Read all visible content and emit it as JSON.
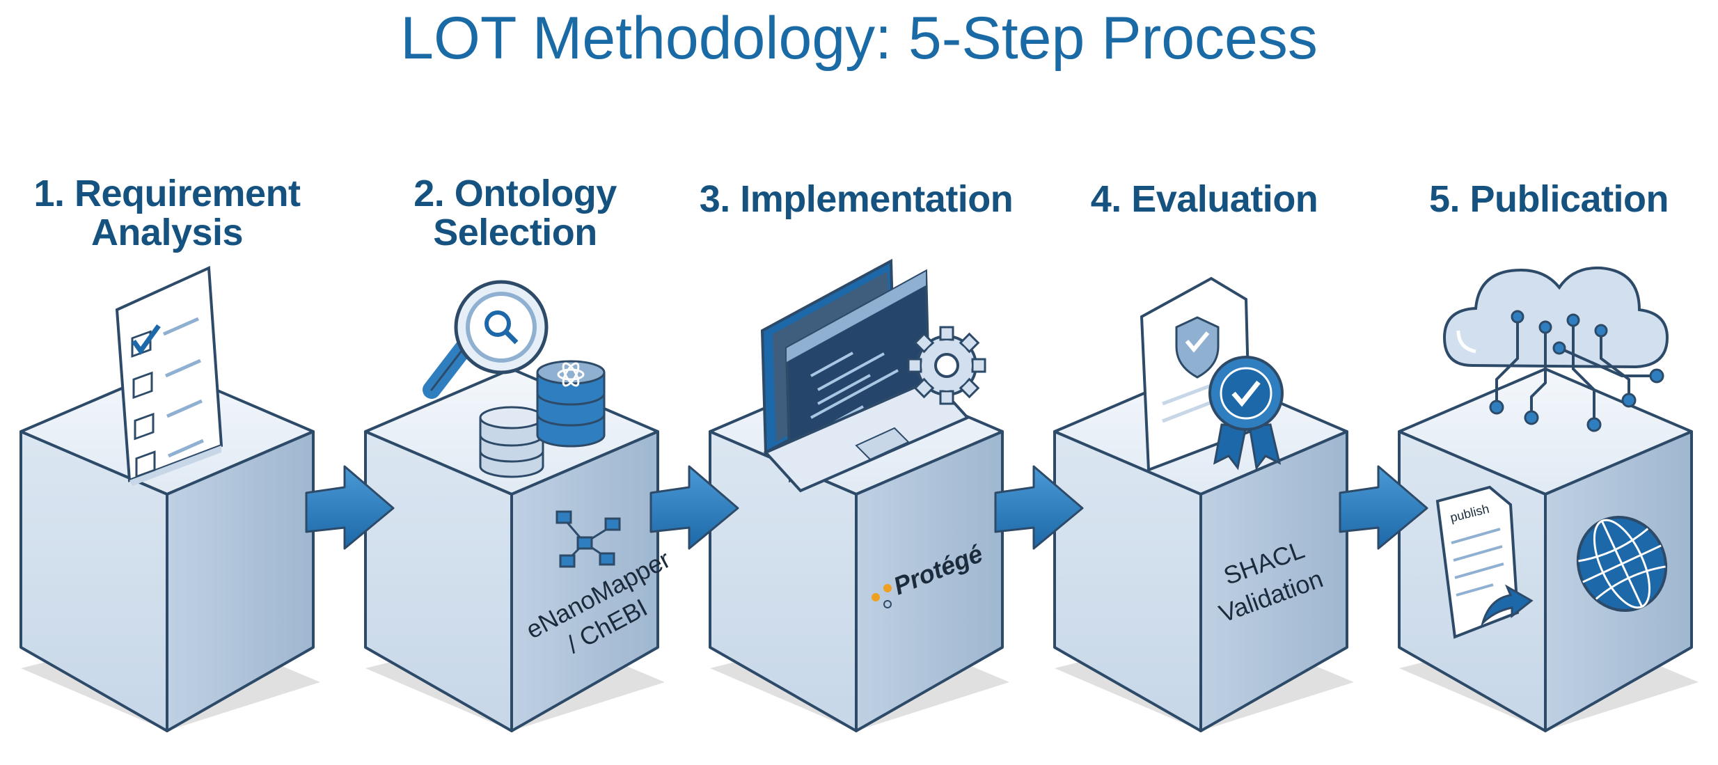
{
  "title": "LOT Methodology: 5-Step Process",
  "steps": [
    {
      "number": "1.",
      "name": "Requirement Analysis",
      "line1": "1. Requirement",
      "line2": "Analysis",
      "icon": "checklist-icon"
    },
    {
      "number": "2.",
      "name": "Ontology Selection",
      "line1": "2. Ontology",
      "line2": "Selection",
      "icon": "magnifier-database-icon",
      "face_line1": "eNanoMapper",
      "face_line2": "/ ChEBI",
      "face_icon": "network-graph-icon"
    },
    {
      "number": "3.",
      "name": "Implementation",
      "line1": "3. Implementation",
      "line2": "",
      "icon": "laptop-code-gear-icon",
      "face_logo_text": "Protégé"
    },
    {
      "number": "4.",
      "name": "Evaluation",
      "line1": "4. Evaluation",
      "line2": "",
      "icon": "certificate-badge-icon",
      "face_line1": "SHACL",
      "face_line2": "Validation"
    },
    {
      "number": "5.",
      "name": "Publication",
      "line1": "5. Publication",
      "line2": "",
      "icon": "cloud-network-icon",
      "doc_label": "publish",
      "face_icon": "globe-icon"
    }
  ],
  "colors": {
    "title": "#1a6aa5",
    "step_title": "#15527f",
    "cube_top": "#edf3fa",
    "cube_front": "#d2dfee",
    "cube_right": "#b2c6dc",
    "cube_edge": "#2d4a68",
    "arrow": "#2f7fc0",
    "shadow": "#d8d8d8"
  }
}
